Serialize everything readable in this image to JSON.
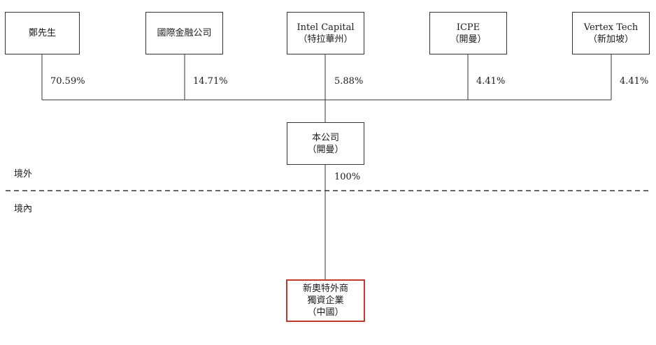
{
  "shareholders": [
    {
      "line1": "鄭先生",
      "line2": "",
      "pct": "70.59%"
    },
    {
      "line1": "國際金融公司",
      "line2": "",
      "pct": "14.71%"
    },
    {
      "line1": "Intel Capital",
      "line2": "（特拉華州）",
      "pct": "5.88%"
    },
    {
      "line1": "ICPE",
      "line2": "（開曼）",
      "pct": "4.41%"
    },
    {
      "line1": "Vertex Tech",
      "line2": "（新加坡）",
      "pct": "4.41%"
    }
  ],
  "company": {
    "line1": "本公司",
    "line2": "（開曼）"
  },
  "subsidiary": {
    "line1": "新奧特外商",
    "line2": "獨資企業",
    "line3": "（中國）",
    "pct": "100%",
    "border_color": "#c0392b"
  },
  "zones": {
    "offshore": "境外",
    "onshore": "境內"
  }
}
